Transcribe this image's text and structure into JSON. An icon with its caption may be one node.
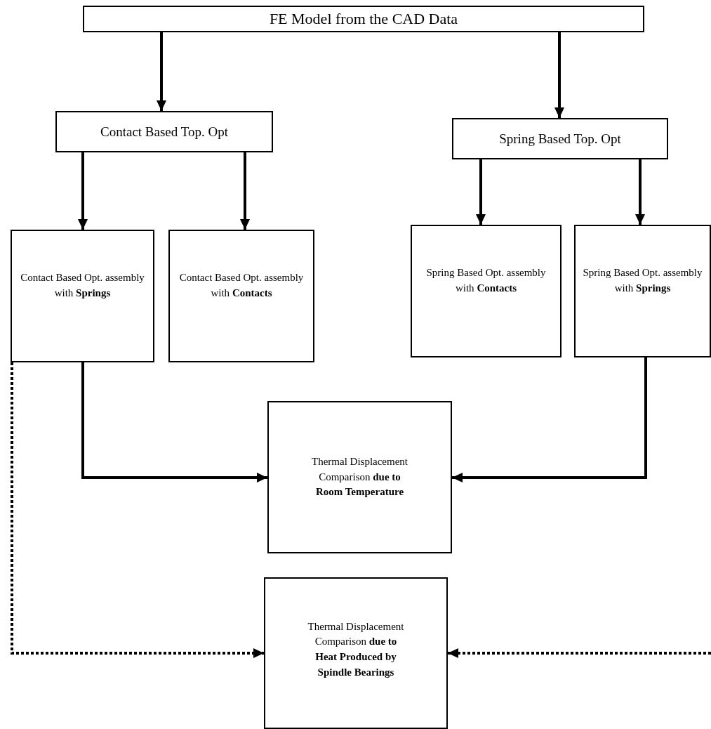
{
  "diagram": {
    "nodes": [
      {
        "text": [
          "FE Model from the CAD Data"
        ]
      },
      {
        "text": [
          "Contact Based Top. Opt"
        ]
      },
      {
        "text": [
          "Spring Based Top. Opt"
        ]
      },
      {
        "text": [
          "Contact Based Opt. assembly with **Springs**"
        ]
      },
      {
        "text": [
          "Contact Based Opt. assembly with **Contacts**"
        ]
      },
      {
        "text": [
          "Spring Based Opt. assembly with **Contacts**"
        ]
      },
      {
        "text": [
          "Spring Based Opt. assembly with **Springs**"
        ]
      },
      {
        "text": [
          "Thermal Displacement Comparison **due to Room Temperature**"
        ]
      },
      {
        "text": [
          "Thermal Displacement Comparison **due to Heat Produced by Spindle Bearings**"
        ]
      }
    ],
    "edges": [
      {
        "from": 0,
        "to": 1,
        "arrow": "to"
      },
      {
        "from": 0,
        "to": 2,
        "arrow": "to"
      },
      {
        "from": 1,
        "to": 3,
        "arrow": "to"
      },
      {
        "from": 1,
        "to": 4,
        "arrow": "to"
      },
      {
        "from": 2,
        "to": 5,
        "arrow": "to"
      },
      {
        "from": 2,
        "to": 6,
        "arrow": "to"
      },
      {
        "from": 3,
        "to": 7,
        "arrow": "to"
      },
      {
        "from": 6,
        "to": 7,
        "arrow": "to"
      },
      {
        "from": 3,
        "to": 8,
        "arrow": "to",
        "style": "dashed"
      },
      {
        "from": null,
        "to": 8,
        "arrow": "to",
        "style": "dashed"
      }
    ]
  }
}
